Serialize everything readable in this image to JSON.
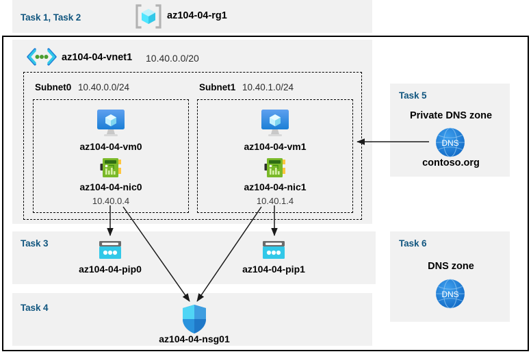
{
  "diagram": {
    "title": "Azure AZ-104-04 lab architecture",
    "colors": {
      "task_label": "#11567f",
      "panel_bg": "#f1f1f1",
      "border": "#000000",
      "vm_blue": "#3c91e6",
      "nic_green": "#7ab929",
      "pip_cyan": "#32c8e8",
      "dns_blue": "#1b87e0",
      "rg_cyan": "#50e6ff"
    }
  },
  "header": {
    "task_label": "Task 1, Task 2",
    "resource_group": {
      "icon": "resource-group-icon",
      "name": "az104-04-rg1"
    }
  },
  "vnet": {
    "icon": "virtual-network-icon",
    "name": "az104-04-vnet1",
    "address_space": "10.40.0.0/20",
    "subnets": [
      {
        "name": "Subnet0",
        "address_prefix": "10.40.0.0/24",
        "vm": {
          "icon": "virtual-machine-icon",
          "name": "az104-04-vm0"
        },
        "nic": {
          "icon": "network-interface-icon",
          "name": "az104-04-nic0",
          "ip": "10.40.0.4"
        }
      },
      {
        "name": "Subnet1",
        "address_prefix": "10.40.1.0/24",
        "vm": {
          "icon": "virtual-machine-icon",
          "name": "az104-04-vm1"
        },
        "nic": {
          "icon": "network-interface-icon",
          "name": "az104-04-nic1",
          "ip": "10.40.1.4"
        }
      }
    ]
  },
  "task3": {
    "task_label": "Task 3",
    "public_ips": [
      {
        "icon": "public-ip-address-icon",
        "name": "az104-04-pip0"
      },
      {
        "icon": "public-ip-address-icon",
        "name": "az104-04-pip1"
      }
    ]
  },
  "task4": {
    "task_label": "Task 4",
    "nsg": {
      "icon": "network-security-group-icon",
      "name": "az104-04-nsg01"
    }
  },
  "task5": {
    "task_label": "Task 5",
    "heading": "Private DNS zone",
    "icon": "dns-zone-icon",
    "zone_name": "contoso.org"
  },
  "task6": {
    "task_label": "Task 6",
    "heading": "DNS zone",
    "icon": "dns-zone-icon"
  }
}
